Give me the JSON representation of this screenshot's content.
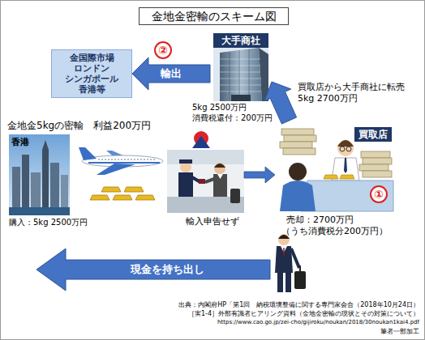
{
  "diagram": {
    "title": "金地金密輸のスキーム図",
    "nodes": [
      {
        "text": [
          "金国際市場 ロンドン シンガポール 香港等"
        ]
      },
      {
        "text": [
          "②"
        ]
      },
      {
        "text": [
          "大手商社"
        ]
      },
      {
        "text": [
          "買取店"
        ]
      },
      {
        "text": [
          "①"
        ]
      }
    ],
    "edges": [
      {
        "from": 2,
        "to": 0,
        "arrow": "to",
        "label": "輸出"
      },
      {
        "from": 3,
        "to": 2,
        "arrow": "to",
        "label": "買取店から大手商社に転売 5kg 2700万円"
      }
    ],
    "labels": [
      "金地金5kgの密輸　利益200万円",
      "香港",
      "購入：5kg 2500万円",
      "5kg 2500万円",
      "消費税還付：200万円",
      "輸入申告せず",
      "売却：2700万円",
      "（うち消費税分200万円）",
      "現金を持ち出し",
      "出典：内閣府HP「第1回　納税環境整備に関する専門家会合（2018年10月24日）",
      "［実1-4］外部有識者ヒアリング資料（金地金密輸の現状とその対策について）",
      "https://www.cao.go.jp/zei-cho/gijiroku/noukan/2018/30noukan1kai4.pdf",
      "筆者一部加工"
    ]
  }
}
